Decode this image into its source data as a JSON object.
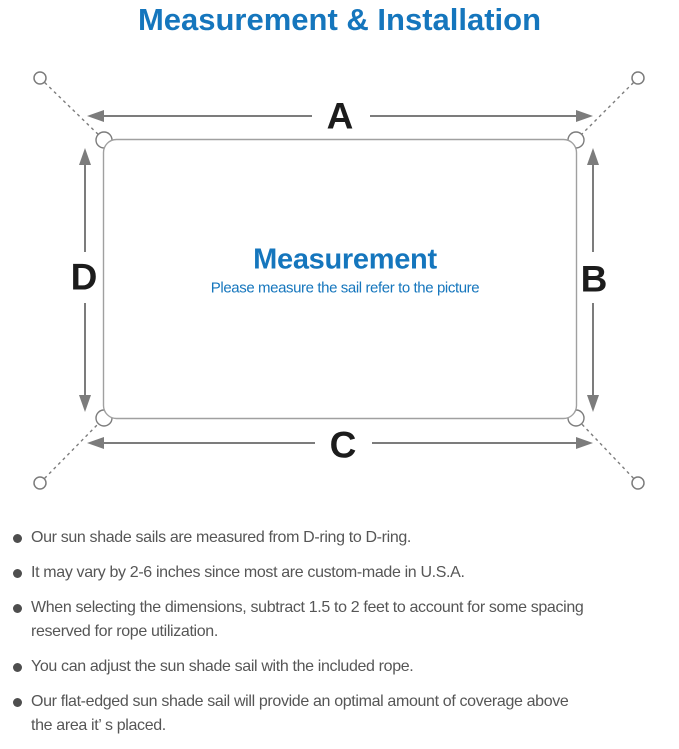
{
  "page": {
    "title": "Measurement & Installation"
  },
  "diagram": {
    "labels": {
      "top": "A",
      "right": "B",
      "bottom": "C",
      "left": "D"
    },
    "center": {
      "heading": "Measurement",
      "subheading": "Please measure the sail refer to the picture"
    },
    "colors": {
      "accent_blue": "#1576bd",
      "diagram_gray": "#7c7c7c",
      "sail_border_gray": "#a0a0a0",
      "note_text_gray": "#565656",
      "label_black": "#1c1c1c"
    }
  },
  "notes": [
    "Our sun shade sails are measured from D-ring to D-ring.",
    "It may vary by 2-6 inches since most are custom-made in U.S.A.",
    "When selecting the dimensions, subtract 1.5 to 2 feet to account for some spacing\nreserved for rope utilization.",
    "You can adjust the sun shade sail with the included rope.",
    "Our flat-edged sun shade sail will provide an optimal amount of coverage above\nthe area it’ s placed."
  ]
}
